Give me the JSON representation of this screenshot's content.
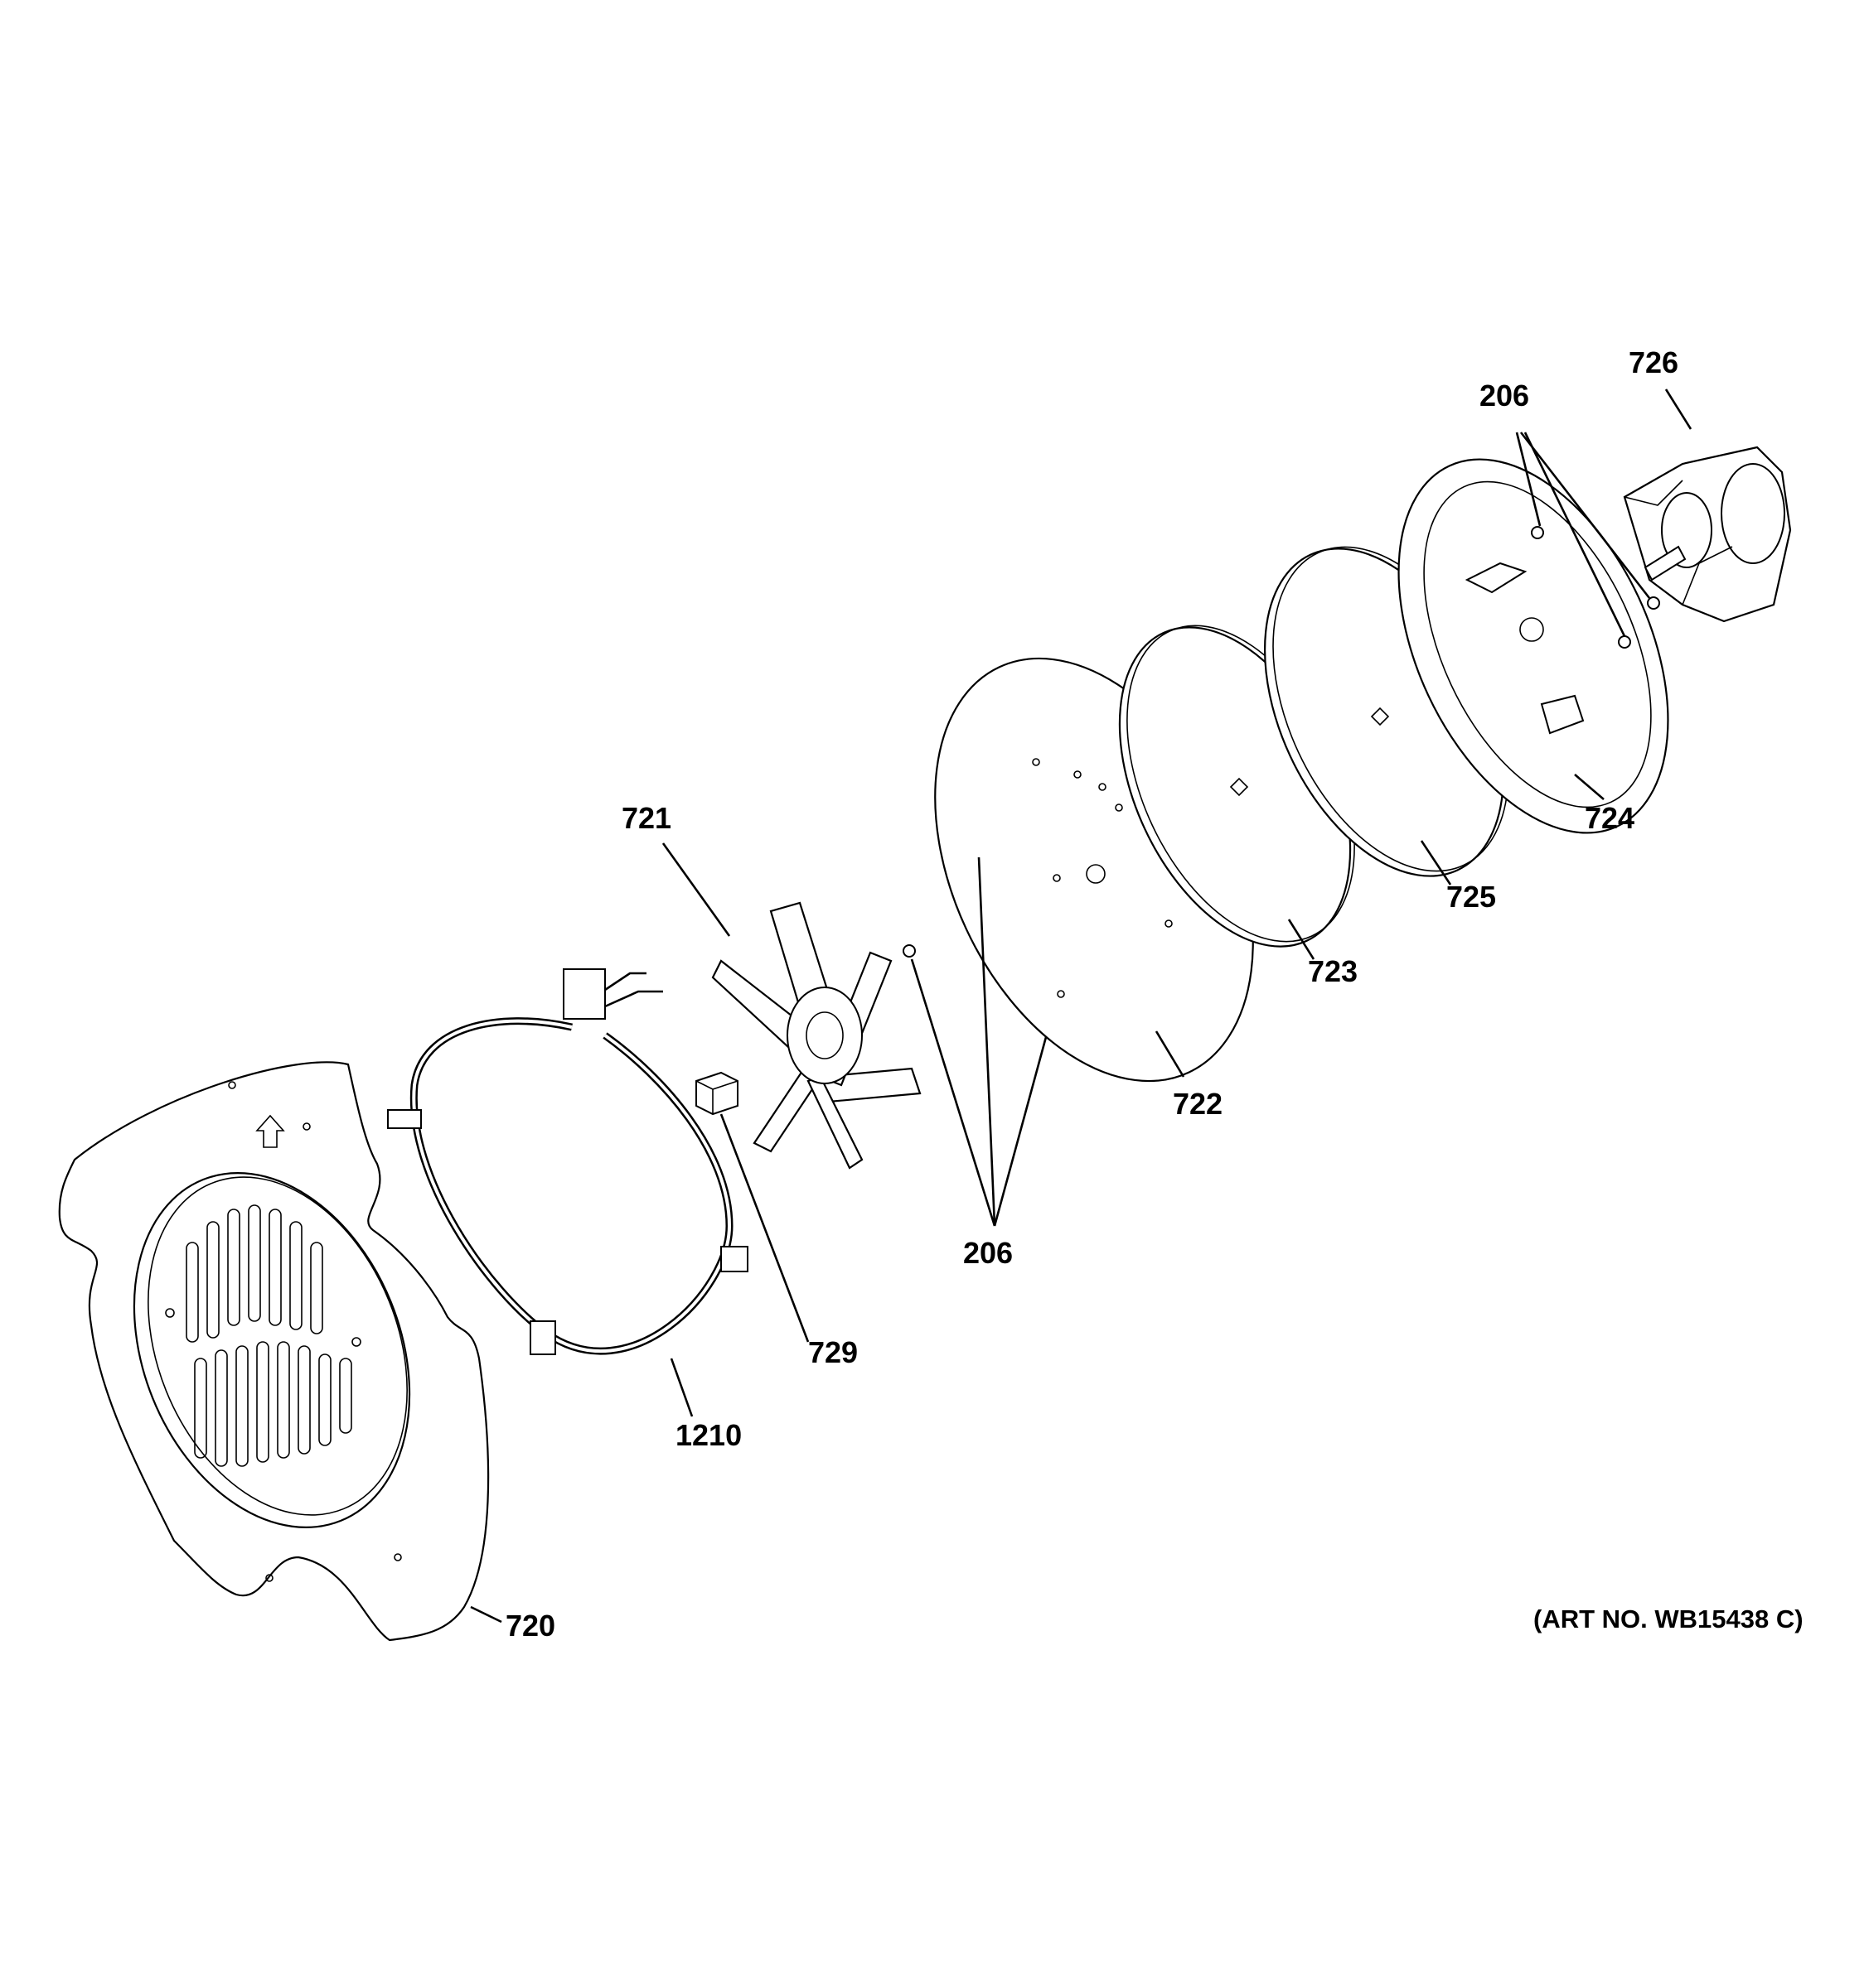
{
  "diagram": {
    "art_number": "(ART NO. WB15438 C)",
    "callouts": {
      "p720": "720",
      "p1210": "1210",
      "p729": "729",
      "p721": "721",
      "p206_front": "206",
      "p722": "722",
      "p723": "723",
      "p725": "725",
      "p724": "724",
      "p206_rear": "206",
      "p726": "726"
    }
  }
}
